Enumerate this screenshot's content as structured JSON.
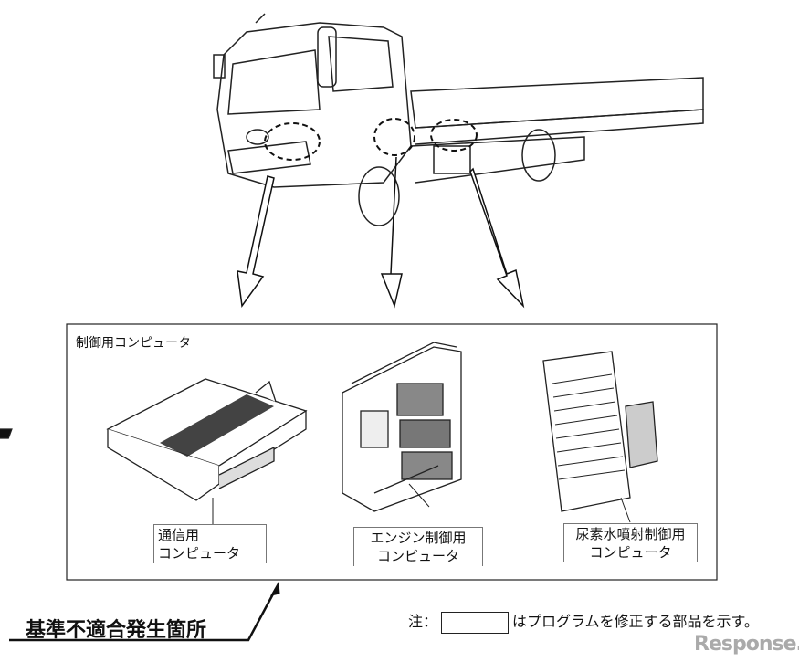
{
  "group_title": "制御用コンピュータ",
  "components": [
    {
      "line1": "通信用",
      "line2": "コンピュータ"
    },
    {
      "line1": "エンジン制御用",
      "line2": "コンピュータ"
    },
    {
      "line1": "尿素水噴射制御用",
      "line2": "コンピュータ"
    }
  ],
  "headline": "基準不適合発生箇所",
  "note": {
    "prefix": "注：",
    "suffix": "はプログラムを修正する部品を示す。"
  },
  "watermark": "Response."
}
